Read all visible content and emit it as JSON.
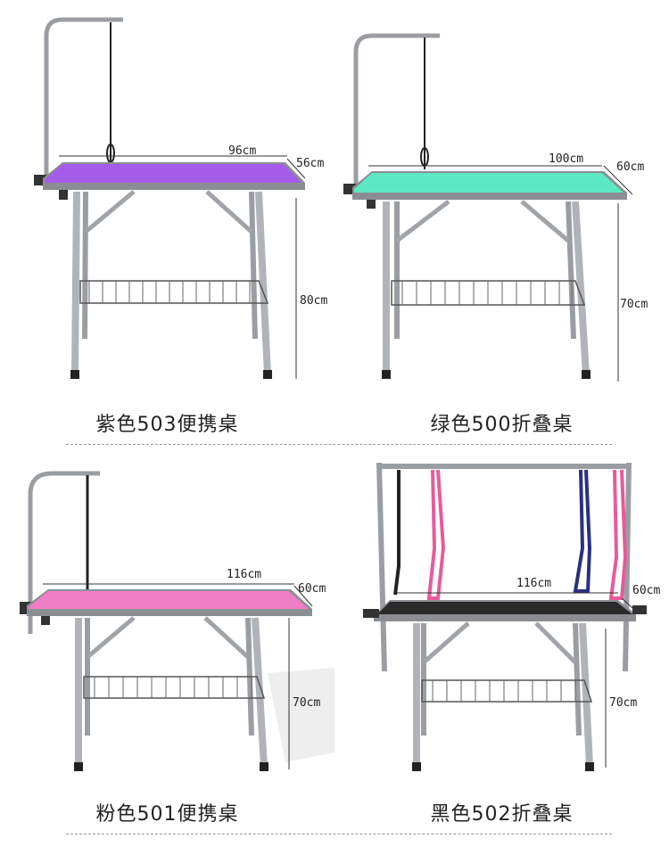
{
  "colors": {
    "purple": "#a55bea",
    "green": "#5ce8c3",
    "pink": "#f07ec4",
    "black": "#2a2a2a",
    "steel": "#b8bcc0",
    "steel_dark": "#7a7e82",
    "strap_pink": "#e85a9a",
    "strap_blue": "#2a3080"
  },
  "tables": [
    {
      "caption": "紫色503便携桌",
      "width": "96cm",
      "depth": "56cm",
      "height": "80cm"
    },
    {
      "caption": "绿色500折叠桌",
      "width": "100cm",
      "depth": "60cm",
      "height": "70cm"
    },
    {
      "caption": "粉色501便携桌",
      "width": "116cm",
      "depth": "60cm",
      "height": "70cm"
    },
    {
      "caption": "黑色502折叠桌",
      "width": "116cm",
      "depth": "60cm",
      "height": "70cm"
    }
  ]
}
